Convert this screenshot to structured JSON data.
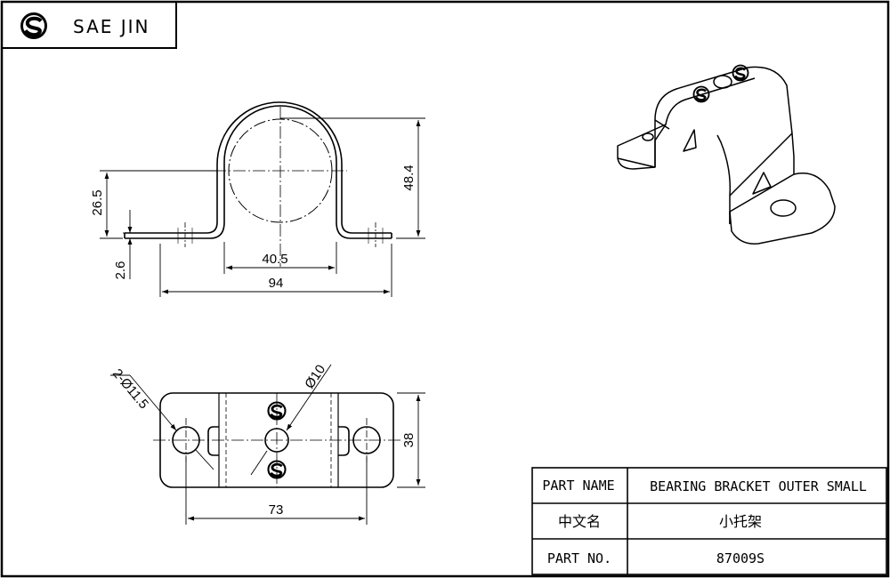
{
  "brand": {
    "name": "SAE JIN",
    "logo": "sae-jin-s-logo"
  },
  "front_view": {
    "dim_height_total": "48.4",
    "dim_center_height": "26.5",
    "dim_thickness": "2.6",
    "dim_inner_width": "40.5",
    "dim_total_length": "94"
  },
  "top_view": {
    "dim_side_holes": "2-Ø11.5",
    "dim_center_hole": "Ø10",
    "dim_width": "38",
    "dim_hole_spacing": "73"
  },
  "title_block": {
    "part_name_label": "PART NAME",
    "part_name_value": "BEARING BRACKET OUTER SMALL",
    "chinese_name_label": "中文名",
    "chinese_name_value": "小托架",
    "part_no_label": "PART NO.",
    "part_no_value": "87009S"
  }
}
